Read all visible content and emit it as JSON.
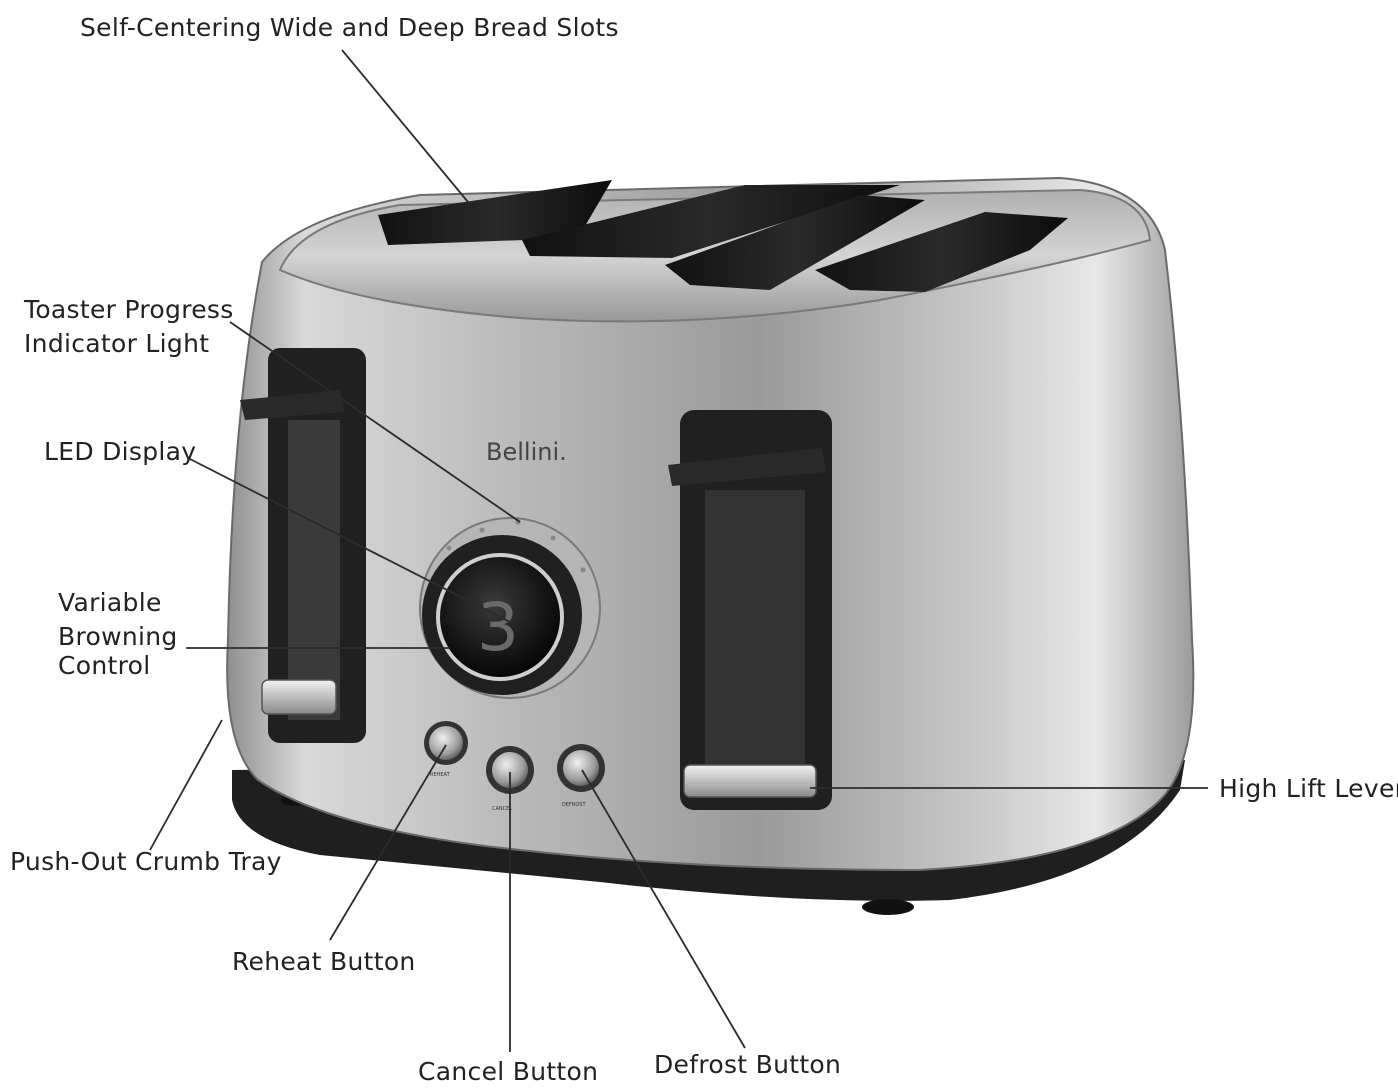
{
  "labels": {
    "bread_slots": "Self-Centering Wide and Deep Bread Slots",
    "progress_light_line1": "Toaster Progress",
    "progress_light_line2": "Indicator Light",
    "led_display": "LED Display",
    "browning_line1": "Variable",
    "browning_line2": "Browning",
    "browning_line3": "Control",
    "high_lift_lever": "High Lift Lever",
    "crumb_tray": "Push-Out Crumb Tray",
    "reheat_button": "Reheat Button",
    "cancel_button": "Cancel Button",
    "defrost_button": "Defrost Button"
  },
  "toaster": {
    "brand": "Bellini.",
    "display_value": "3",
    "button_reheat": "REHEAT",
    "button_cancel": "CANCEL",
    "button_defrost": "DEFROST"
  },
  "colors": {
    "label_text": "#222222",
    "leader_line": "#2b2b2b",
    "steel_light": "#e4e4e4",
    "steel_dark": "#6c6c6c",
    "base": "#1e1e1e"
  }
}
